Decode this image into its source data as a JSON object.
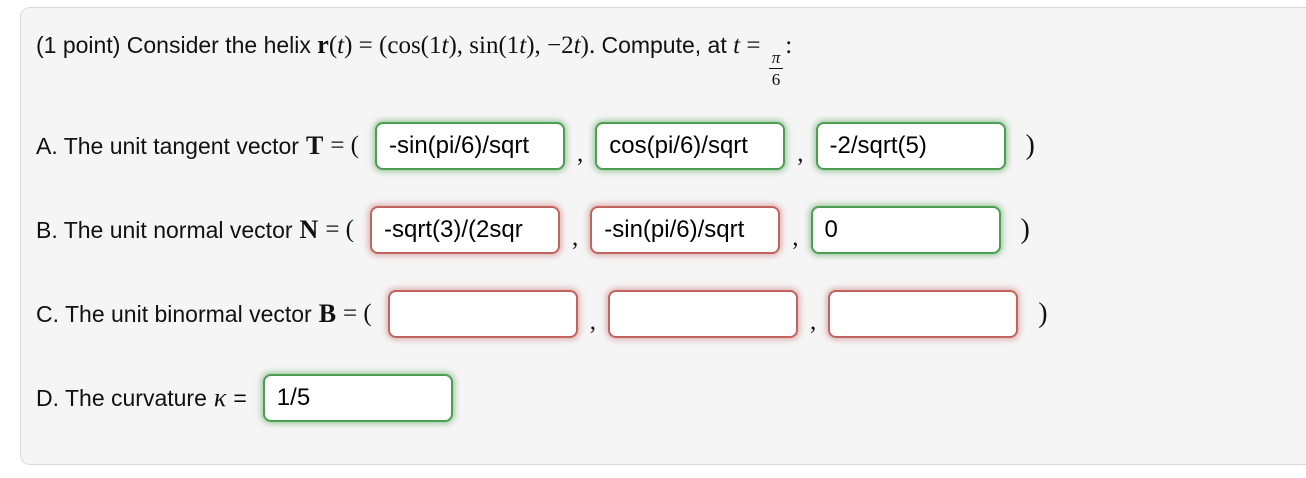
{
  "ui": {
    "comma": ",",
    "status_colors": {
      "correct": "#4e9e52",
      "incorrect": "#c1635f"
    },
    "panel_background": "#f5f5f5"
  },
  "header": {
    "prefix": "(1 point) Consider the helix ",
    "r": "r",
    "p1": "(",
    "t1": "t",
    "p2": ") = (cos(1",
    "t2": "t",
    "p3": "), sin(1",
    "t3": "t",
    "p4": "), −2",
    "t4": "t",
    "p5": "). ",
    "compute": "Compute, at ",
    "t5": "t",
    "eqsign": " = ",
    "frac_num": "π",
    "frac_den": "6",
    "colon": ":"
  },
  "rows": [
    {
      "id": "A",
      "label": "A. The unit tangent vector ",
      "symbol": "T",
      "eq": " = (",
      "close": ")",
      "inputs": [
        {
          "value": "-sin(pi/6)/sqrt",
          "status": "correct"
        },
        {
          "value": "cos(pi/6)/sqrt",
          "status": "correct"
        },
        {
          "value": "-2/sqrt(5)",
          "status": "correct"
        }
      ]
    },
    {
      "id": "B",
      "label": "B. The unit normal vector ",
      "symbol": "N",
      "eq": " = (",
      "close": ")",
      "inputs": [
        {
          "value": "-sqrt(3)/(2sqr",
          "status": "incorrect"
        },
        {
          "value": "-sin(pi/6)/sqrt",
          "status": "incorrect"
        },
        {
          "value": "0",
          "status": "correct"
        }
      ]
    },
    {
      "id": "C",
      "label": "C. The unit binormal vector ",
      "symbol": "B",
      "eq": " = (",
      "close": ")",
      "inputs": [
        {
          "value": "",
          "status": "incorrect"
        },
        {
          "value": "",
          "status": "incorrect"
        },
        {
          "value": "",
          "status": "incorrect"
        }
      ]
    },
    {
      "id": "D",
      "label": "D. The curvature ",
      "symbol": "κ",
      "eq": " = ",
      "close": "",
      "inputs": [
        {
          "value": "1/5",
          "status": "correct"
        }
      ]
    }
  ]
}
